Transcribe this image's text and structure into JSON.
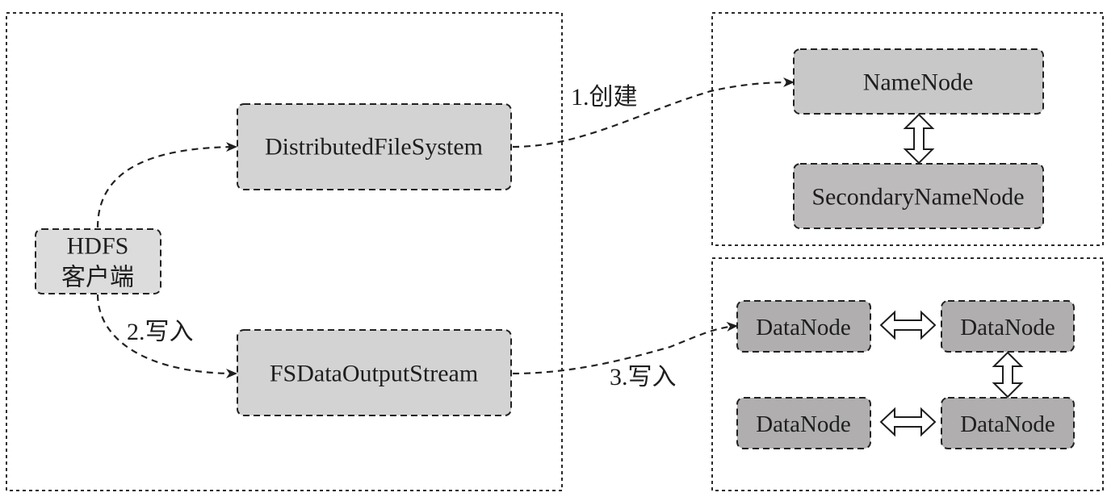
{
  "diagram": {
    "title": "HDFS write architecture",
    "colors": {
      "client_fill": "#dcdcdc",
      "client_side_fill": "#d3d3d3",
      "namenode_fill": "#c8c8c8",
      "secondary_fill": "#bdbbbc",
      "datanode_fill": "#b0aeae",
      "stroke": "#222222"
    },
    "groups": [
      {
        "id": "client-group",
        "label": ""
      },
      {
        "id": "namenode-group",
        "label": ""
      },
      {
        "id": "datanode-group",
        "label": ""
      }
    ],
    "nodes": {
      "client_line1": "HDFS",
      "client_line2": "客户端",
      "dfs": "DistributedFileSystem",
      "fsdos": "FSDataOutputStream",
      "namenode": "NameNode",
      "secondary": "SecondaryNameNode",
      "datanode_1": "DataNode",
      "datanode_2": "DataNode",
      "datanode_3": "DataNode",
      "datanode_4": "DataNode"
    },
    "edges": [
      {
        "from": "HDFS 客户端",
        "to": "DistributedFileSystem",
        "label": ""
      },
      {
        "from": "DistributedFileSystem",
        "to": "NameNode",
        "label": "1.创建"
      },
      {
        "from": "HDFS 客户端",
        "to": "FSDataOutputStream",
        "label": "2.写入"
      },
      {
        "from": "FSDataOutputStream",
        "to": "DataNode",
        "label": "3.写入"
      }
    ],
    "edge_labels": {
      "create": "1.创建",
      "write_client": "2.写入",
      "write_datanode": "3.写入"
    },
    "bidirectional_links": [
      {
        "between": [
          "NameNode",
          "SecondaryNameNode"
        ]
      },
      {
        "between": [
          "DataNode (top-left)",
          "DataNode (top-right)"
        ]
      },
      {
        "between": [
          "DataNode (top-right)",
          "DataNode (bottom-right)"
        ]
      },
      {
        "between": [
          "DataNode (bottom-left)",
          "DataNode (bottom-right)"
        ]
      }
    ]
  }
}
